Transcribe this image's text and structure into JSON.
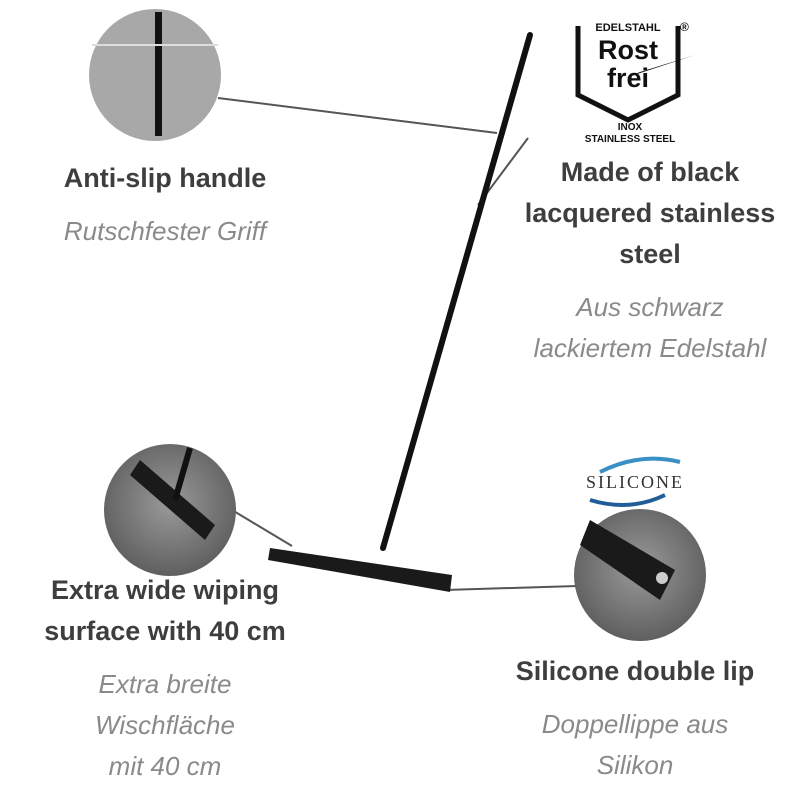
{
  "logo_rostfrei": {
    "top": "EDELSTAHL",
    "reg": "®",
    "line1": "Rost",
    "line2": "frei",
    "sub1": "INOX",
    "sub2": "STAINLESS STEEL"
  },
  "logo_silicone": {
    "text": "SILICONE",
    "color": "#3a8fc4"
  },
  "features": [
    {
      "title": [
        "Anti-slip handle"
      ],
      "subtitle": [
        "Rutschfester Griff"
      ]
    },
    {
      "title": [
        "Made of black",
        "lacquered stainless",
        "steel"
      ],
      "subtitle": [
        "Aus schwarz",
        "lackiertem Edelstahl"
      ]
    },
    {
      "title": [
        "Extra wide wiping",
        "surface with 40 cm"
      ],
      "subtitle": [
        "Extra breite",
        "Wischfläche",
        "mit 40 cm"
      ]
    },
    {
      "title": [
        "Silicone double lip"
      ],
      "subtitle": [
        "Doppellippe aus",
        "Silikon"
      ]
    }
  ]
}
